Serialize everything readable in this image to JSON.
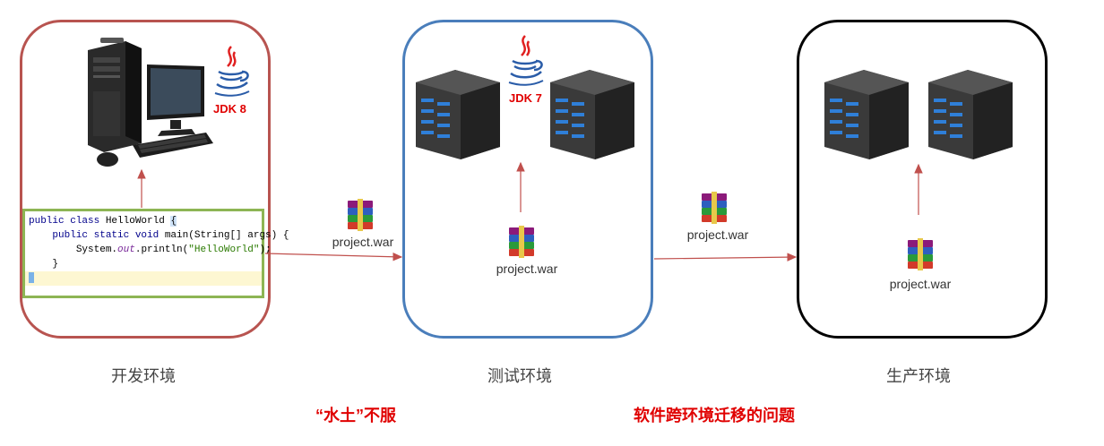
{
  "environments": {
    "dev": {
      "label": "开发环境",
      "jdk_label": "JDK 8"
    },
    "test": {
      "label": "测试环境",
      "jdk_label": "JDK 7"
    },
    "prod": {
      "label": "生产环境"
    }
  },
  "artifact_label": "project.war",
  "code_lines": {
    "l1_kw": "public class",
    "l1_rest": " HelloWorld ",
    "l1_brace": "{",
    "l2_kw": "public static void",
    "l2_rest": " main(String[] args) {",
    "l3_a": "System.",
    "l3_out": "out",
    "l3_b": ".println(",
    "l3_str": "\"HelloWorld\"",
    "l3_c": ");",
    "l4": "}",
    "l5": "}"
  },
  "notices": {
    "left": "“水土”不服",
    "right": "软件跨环境迁移的问题"
  },
  "colors": {
    "dev_border": "#b85450",
    "test_border": "#4a7ebb",
    "prod_border": "#000000",
    "code_border": "#8db554",
    "arrow": "#c0504d",
    "notice": "#e00000"
  }
}
